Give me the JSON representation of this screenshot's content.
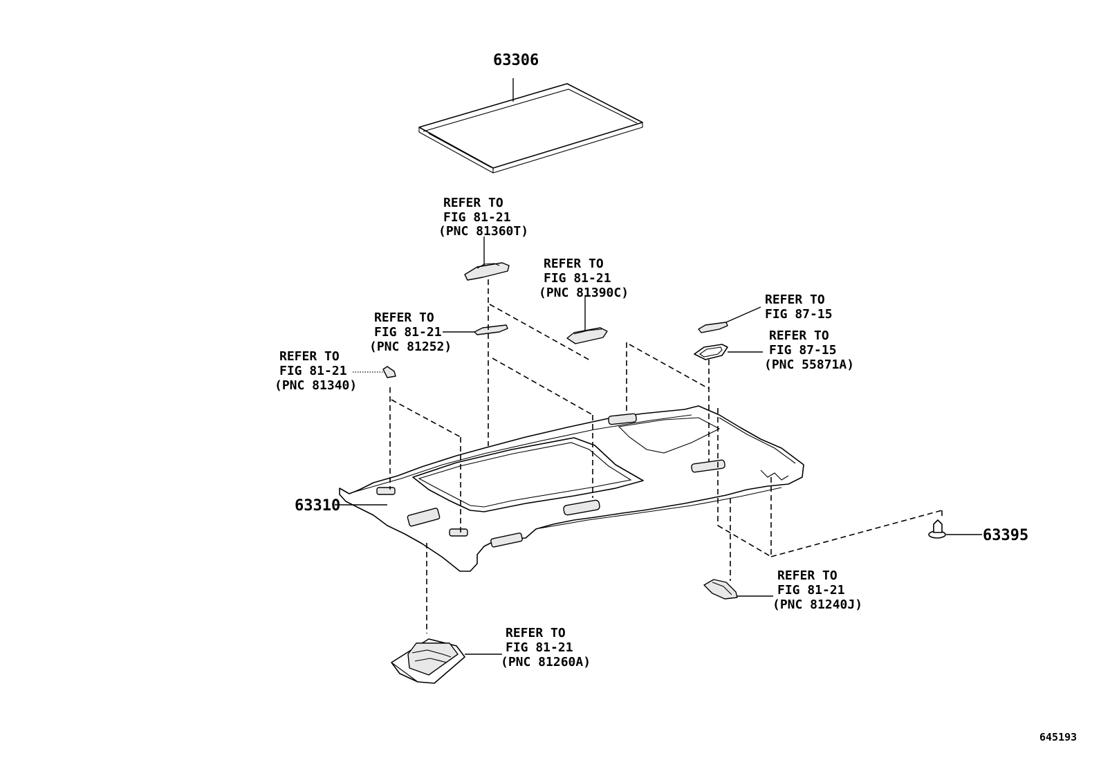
{
  "parts": {
    "sunshade": "63306",
    "headliner": "63310",
    "clip": "63395"
  },
  "references": {
    "ref_81360T": [
      "REFER TO",
      "FIG 81-21",
      "(PNC 81360T)"
    ],
    "ref_81390C": [
      "REFER TO",
      "FIG 81-21",
      "(PNC 81390C)"
    ],
    "ref_81252": [
      "REFER TO",
      "FIG 81-21",
      "(PNC 81252)"
    ],
    "ref_81340": [
      "REFER TO",
      "FIG 81-21",
      "(PNC 81340)"
    ],
    "ref_87_15": [
      "REFER TO",
      "FIG 87-15"
    ],
    "ref_55871A": [
      "REFER TO",
      "FIG 87-15",
      "(PNC 55871A)"
    ],
    "ref_81240J": [
      "REFER TO",
      "FIG 81-21",
      "(PNC 81240J)"
    ],
    "ref_81260A": [
      "REFER TO",
      "FIG 81-21",
      "(PNC 81260A)"
    ]
  },
  "figure_id": "645193"
}
